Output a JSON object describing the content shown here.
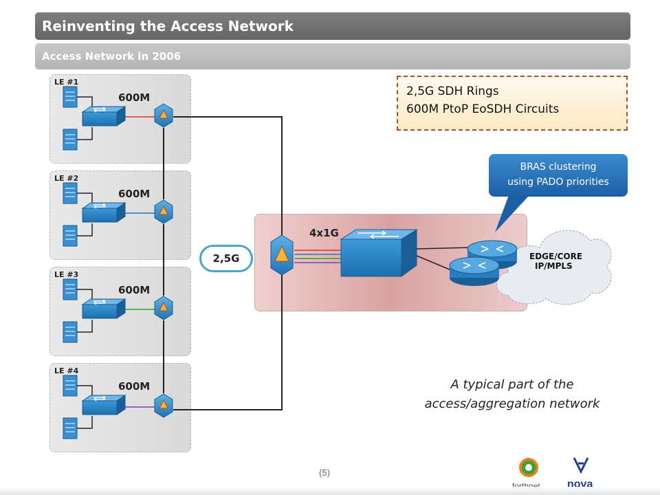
{
  "header": {
    "title": "Reinventing the Access Network",
    "subtitle": "Access Network in 2006"
  },
  "local_exchanges": [
    {
      "label": "LE #1",
      "link": "600M"
    },
    {
      "label": "LE #2",
      "link": "600M"
    },
    {
      "label": "LE #3",
      "link": "600M"
    },
    {
      "label": "LE #4",
      "link": "600M"
    }
  ],
  "ring_label": "2,5G",
  "aggregation": {
    "link_label": "4x1G"
  },
  "cloud": {
    "line1": "EDGE/CORE",
    "line2": "IP/MPLS"
  },
  "callout_orange": {
    "line1": "2,5G SDH Rings",
    "line2": "600M PtoP EoSDH Circuits"
  },
  "callout_blue": {
    "line1": "BRAS clustering",
    "line2": "using PADO priorities"
  },
  "caption": {
    "line1": "A typical part of the",
    "line2": "access/aggregation network"
  },
  "page_number": "(5)",
  "logos": {
    "forthnet": "forthnet",
    "nova": "nova"
  },
  "colors": {
    "title_bar": "#6e6e6e",
    "subtitle_bar": "#bdbdbd",
    "ring": "#4aa3c8",
    "callout_border": "#a0522d",
    "callout_blue": "#2a74bd"
  }
}
